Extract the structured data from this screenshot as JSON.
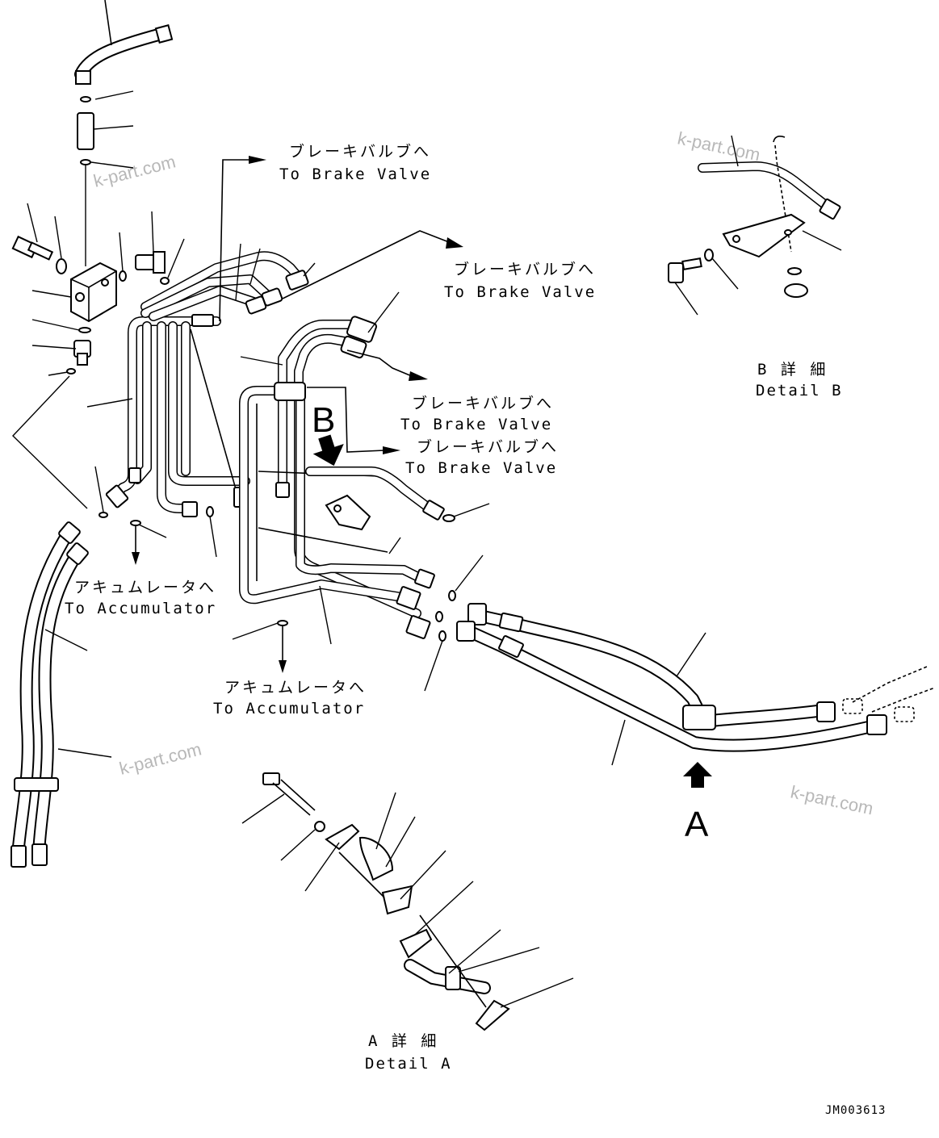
{
  "labels": {
    "brake_valve_jp": "ブレーキバルブへ",
    "brake_valve_en": "To Brake Valve",
    "accumulator_jp": "アキュムレータへ",
    "accumulator_en": "To Accumulator",
    "detail_b_jp": "B 詳 細",
    "detail_b_en": "Detail B",
    "detail_a_jp": "A 詳 細",
    "detail_a_en": "Detail A",
    "view_b": "B",
    "view_a": "A",
    "watermark": "k-part.com",
    "drawing_code": "JM003613"
  }
}
